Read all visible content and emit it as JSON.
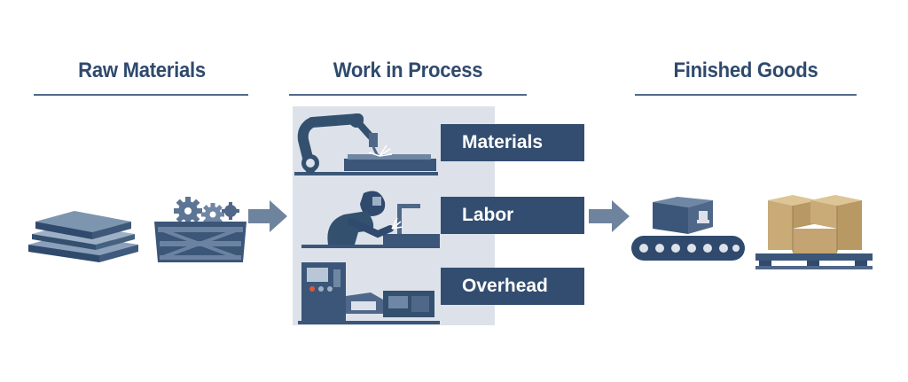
{
  "stages": {
    "raw_materials": {
      "title": "Raw Materials"
    },
    "work_in_process": {
      "title": "Work in Process",
      "components": [
        "Materials",
        "Labor",
        "Overhead"
      ]
    },
    "finished_goods": {
      "title": "Finished Goods"
    }
  },
  "icons": [
    "stacked-plates-icon",
    "gear-crate-icon",
    "welding-robot-icon",
    "welder-icon",
    "cnc-machine-icon",
    "conveyor-box-icon",
    "pallet-boxes-icon"
  ],
  "colors": {
    "primary": "#334d70",
    "title": "#2f4a6d",
    "panel": "#dde2ea",
    "arrow": "#6e849e",
    "box": "#c9ab78"
  }
}
